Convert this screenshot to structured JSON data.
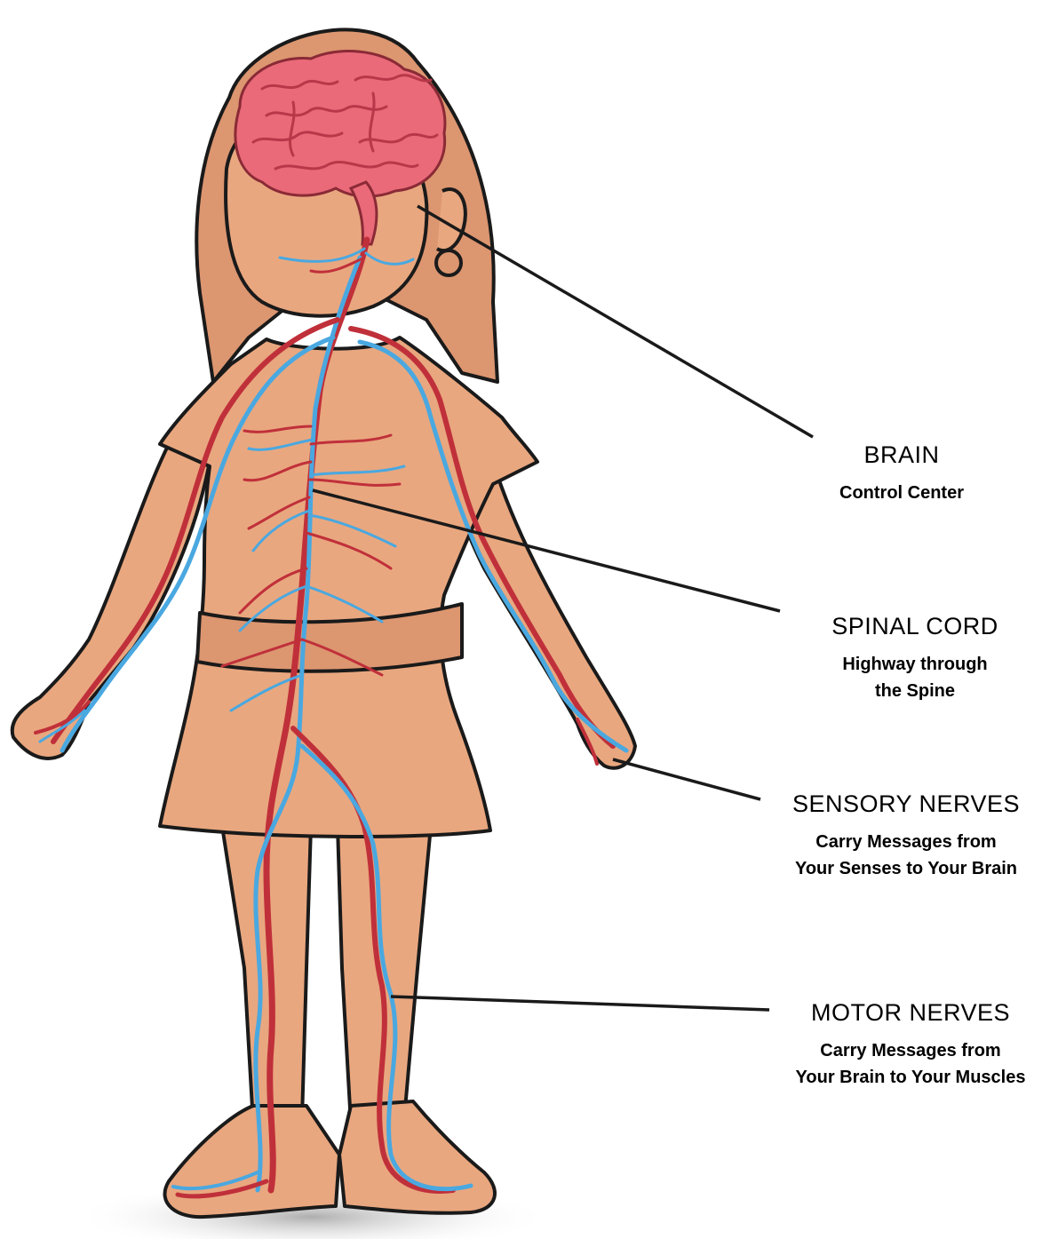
{
  "labels": {
    "brain": {
      "title": "BRAIN",
      "description": "Control Center"
    },
    "spinal": {
      "title": "SPINAL CORD",
      "description": "Highway through\nthe Spine"
    },
    "sensory": {
      "title": "SENSORY NERVES",
      "description": "Carry Messages from\nYour Senses to Your Brain"
    },
    "motor": {
      "title": "MOTOR NERVES",
      "description": "Carry Messages from\nYour Brain to Your Muscles"
    }
  },
  "colors": {
    "skin": "#e9a77f",
    "skin_shadow": "#d08a63",
    "outline": "#1a1a1a",
    "brain": "#ea6a79",
    "brain_fold": "#b8384a",
    "nerve_red": "#c0303a",
    "nerve_blue": "#4aa8e0",
    "leader_line": "#1a1a1a"
  }
}
